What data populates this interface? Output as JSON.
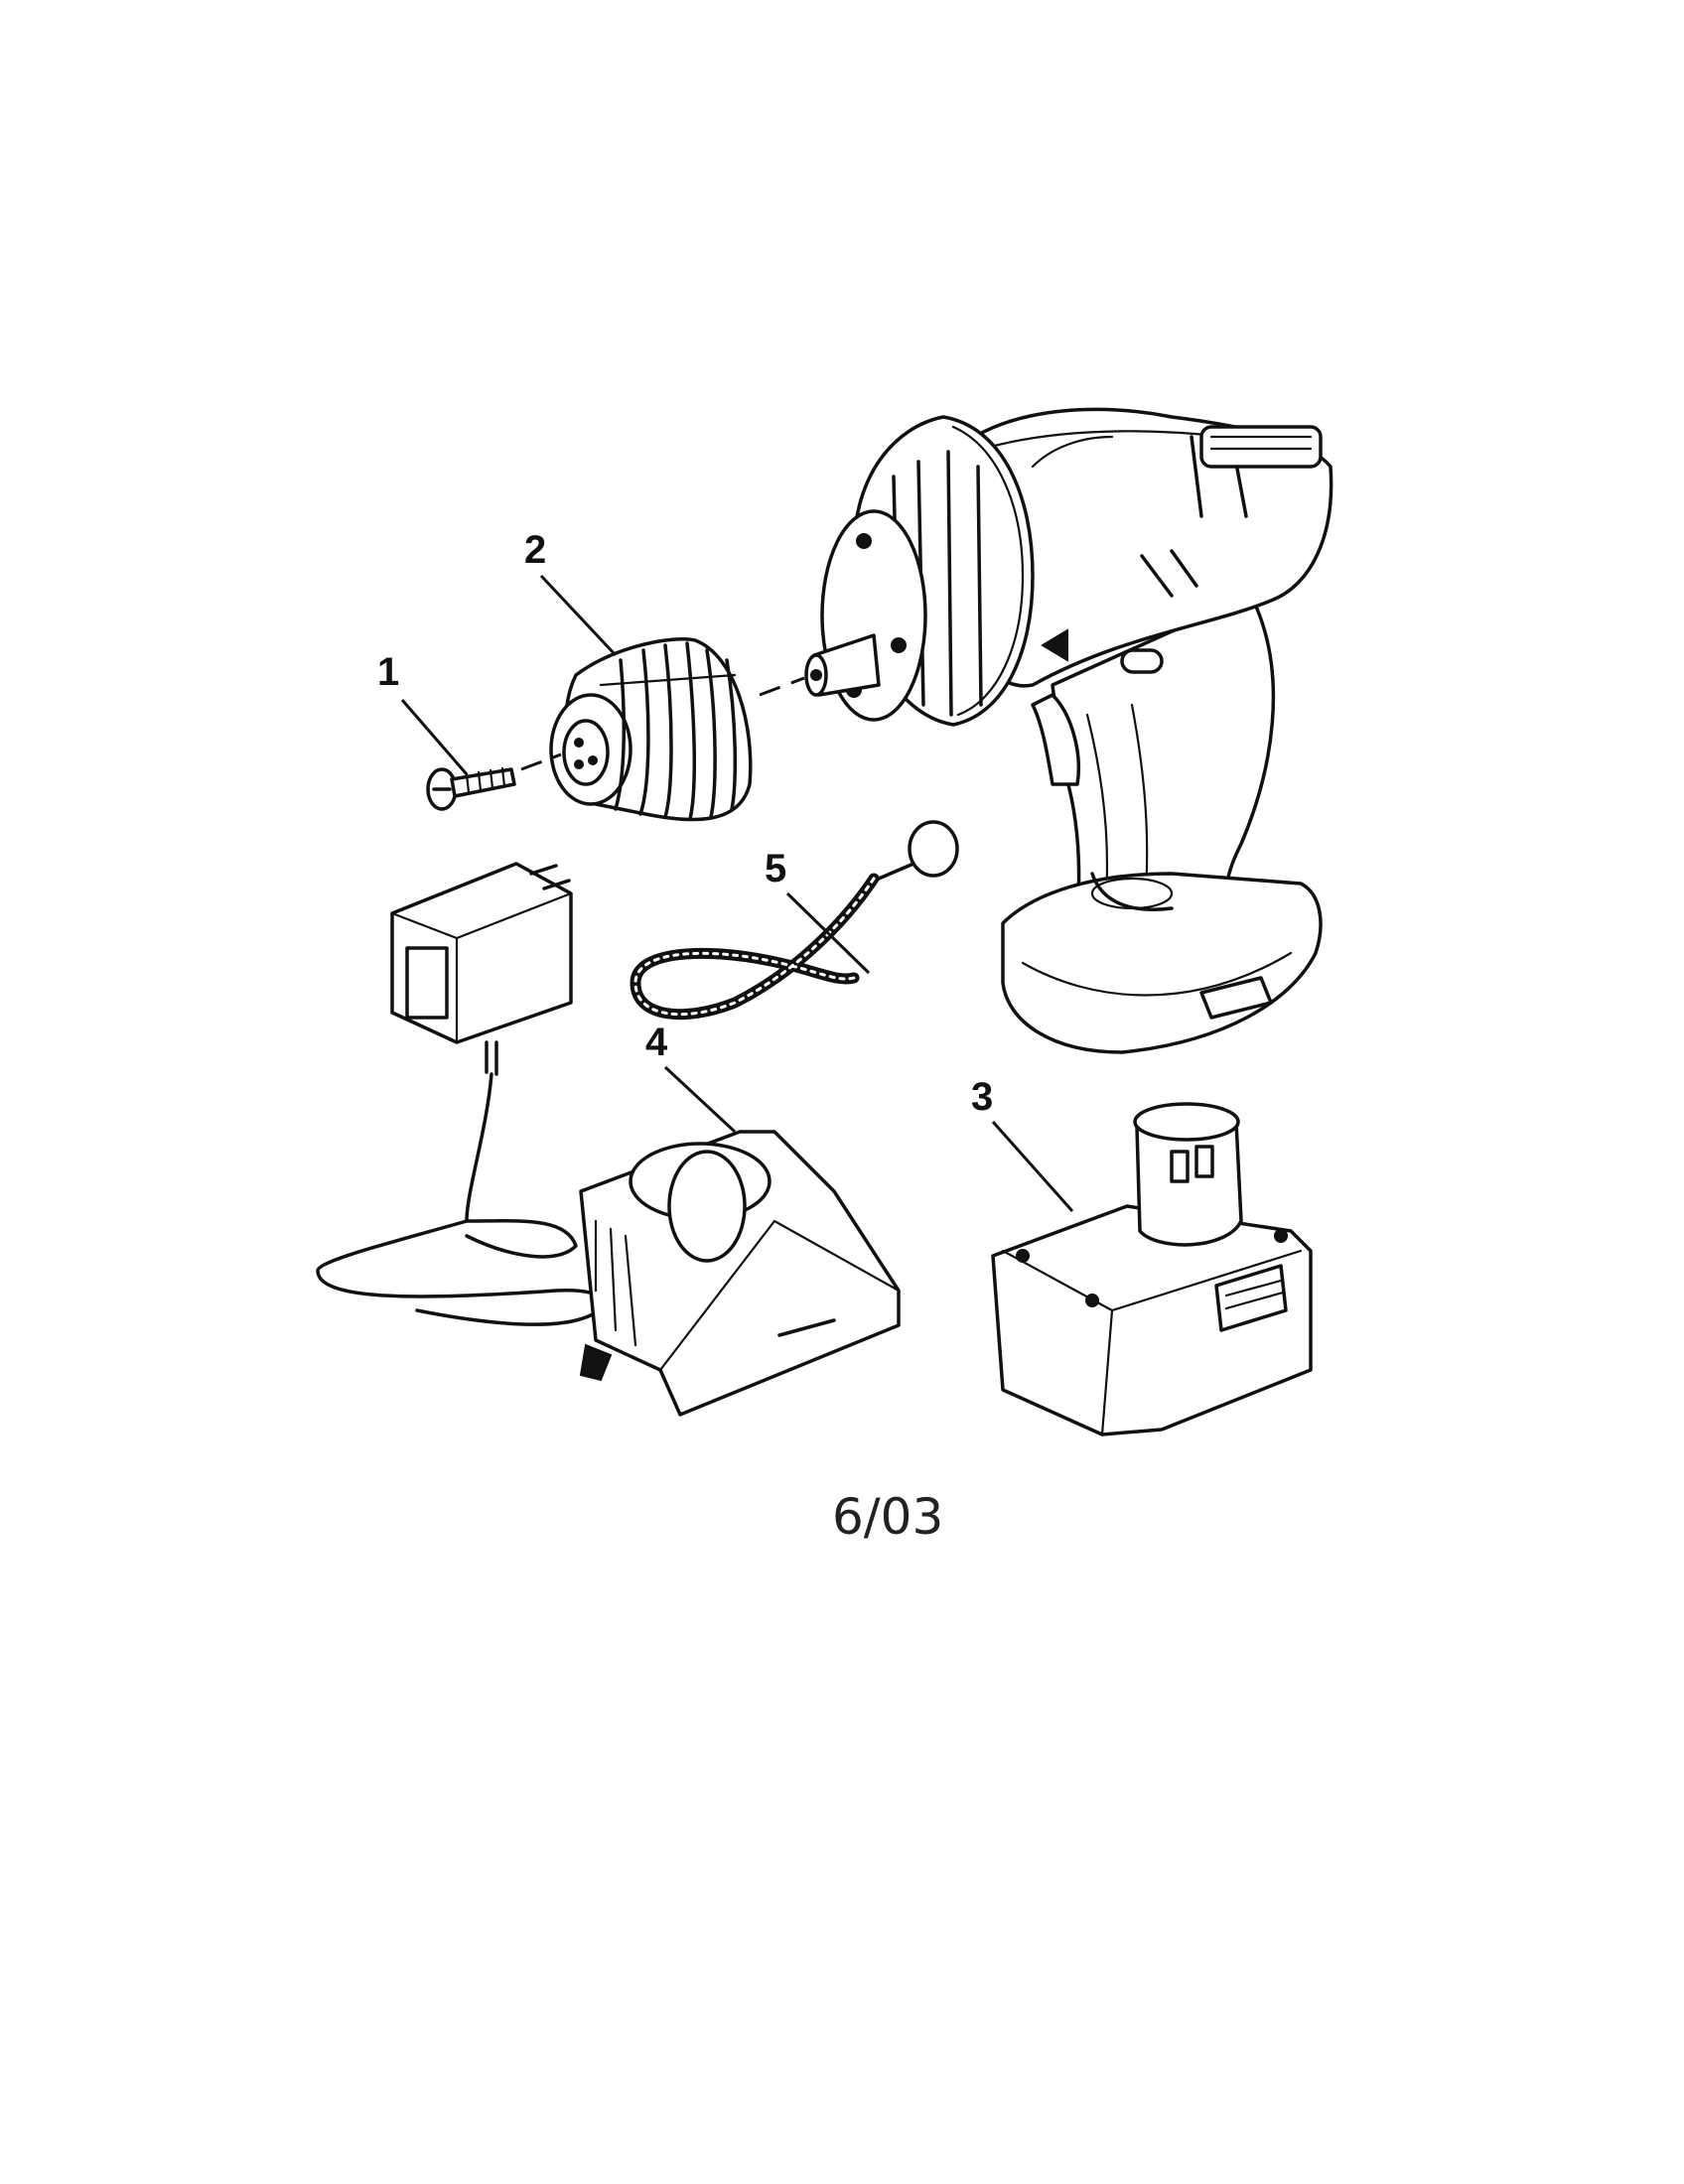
{
  "callouts": {
    "c1": "1",
    "c2": "2",
    "c3": "3",
    "c4": "4",
    "c5": "5"
  },
  "footer": {
    "date": "6/03"
  },
  "parts": [
    {
      "id": "screw",
      "icon": "screw-icon"
    },
    {
      "id": "chuck",
      "icon": "chuck-icon"
    },
    {
      "id": "battery",
      "icon": "battery-icon"
    },
    {
      "id": "charger",
      "icon": "charger-icon"
    },
    {
      "id": "strap",
      "icon": "wrist-strap-icon"
    },
    {
      "id": "drill",
      "icon": "drill-icon"
    },
    {
      "id": "adapter",
      "icon": "wall-adapter-icon"
    }
  ]
}
